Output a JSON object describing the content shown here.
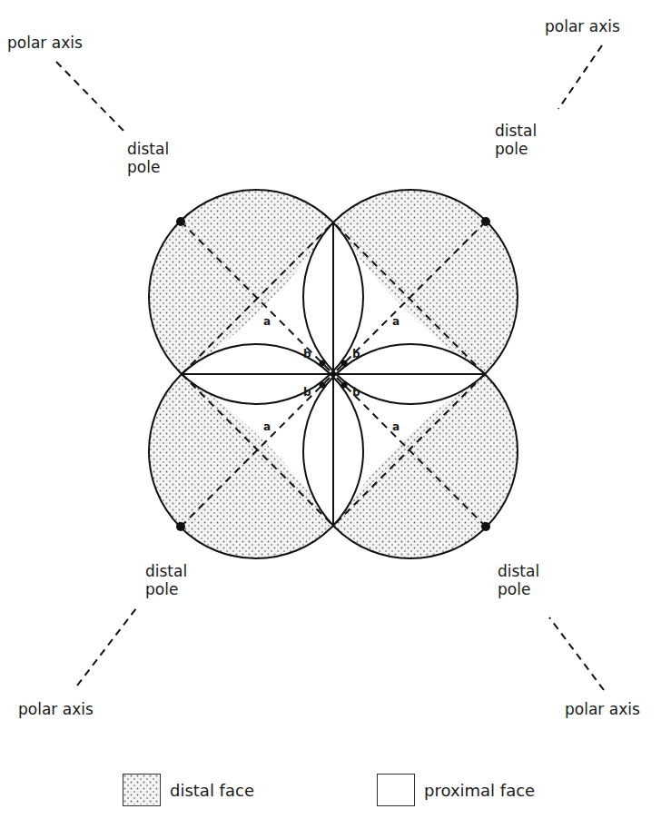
{
  "diagram": {
    "labels": [
      "polar axis",
      "polar axis",
      "distal pole",
      "distal pole",
      "a",
      "a",
      "b",
      "b",
      "b",
      "b",
      "a",
      "a",
      "distal pole",
      "distal pole",
      "polar axis",
      "polar axis"
    ],
    "legend": [
      {
        "text": "distal face"
      },
      {
        "text": "proximal face",
        "color": "#ffffff"
      }
    ]
  }
}
